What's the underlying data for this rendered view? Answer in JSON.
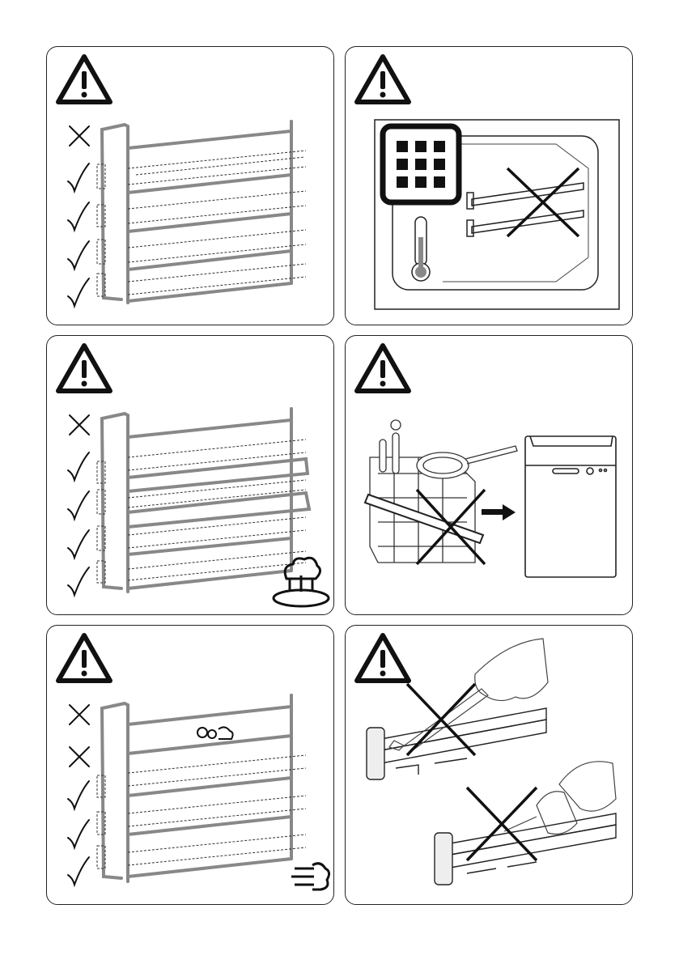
{
  "panels": [
    {
      "id": "p1",
      "warning_icon": "warning-triangle-icon",
      "marks": [
        "cross",
        "check",
        "check",
        "check",
        "check"
      ]
    },
    {
      "id": "p2",
      "warning_icon": "warning-triangle-icon",
      "icons": [
        "grid-icon",
        "thermometer-icon",
        "rails-icon",
        "prohibited-cross-icon"
      ]
    },
    {
      "id": "p3",
      "warning_icon": "warning-triangle-icon",
      "marks": [
        "cross",
        "check",
        "check",
        "check",
        "check"
      ],
      "corner_icon": "steam-pot-icon"
    },
    {
      "id": "p4",
      "warning_icon": "warning-triangle-icon",
      "icons": [
        "dish-rack-icon",
        "prohibited-cross-icon",
        "arrow-right-icon",
        "dishwasher-icon"
      ]
    },
    {
      "id": "p5",
      "warning_icon": "warning-triangle-icon",
      "marks": [
        "cross",
        "cross",
        "check",
        "check",
        "check"
      ],
      "corner_icon": "steam-icon"
    },
    {
      "id": "p6",
      "warning_icon": "warning-triangle-icon",
      "icons": [
        "hand-brush-icon",
        "prohibited-cross-icon",
        "hand-oil-bottle-icon",
        "prohibited-cross-icon"
      ]
    }
  ],
  "colors": {
    "line": "#1a1a1a",
    "rail": "#8a8a8a",
    "panel_border": "#222222"
  }
}
